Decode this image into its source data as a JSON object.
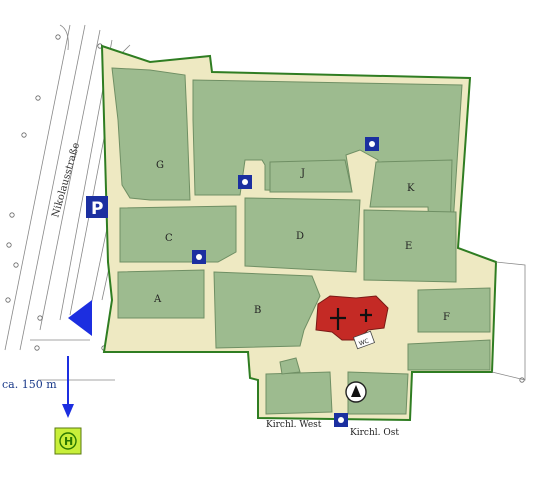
{
  "street": "Nikolausstraße",
  "parking_letter": "P",
  "distance_label": "ca. 150 m",
  "bus_stop_letter": "H",
  "wc_label": "WC",
  "sections": {
    "A": "A",
    "B": "B",
    "C": "C",
    "D": "D",
    "E": "E",
    "F": "F",
    "G": "G",
    "J": "J",
    "K": "K"
  },
  "lower_fields": {
    "west": "Kirchl. West",
    "ost": "Kirchl. Ost"
  },
  "colors": {
    "field": "#9dbb8f",
    "field_stroke": "#6f8f64",
    "boundary": "#2f7d22",
    "path": "#ece6b8",
    "chapel": "#c42a25",
    "marker": "#1b2fa0",
    "arrow": "#1c2ee0",
    "bus_bg": "#c8ef3a"
  },
  "icons": [
    "parking-sign-icon",
    "entrance-arrow-icon",
    "south-arrow-icon",
    "bus-stop-icon",
    "water-tap-icon",
    "chapel-icon",
    "cross-icon",
    "bell-icon"
  ]
}
